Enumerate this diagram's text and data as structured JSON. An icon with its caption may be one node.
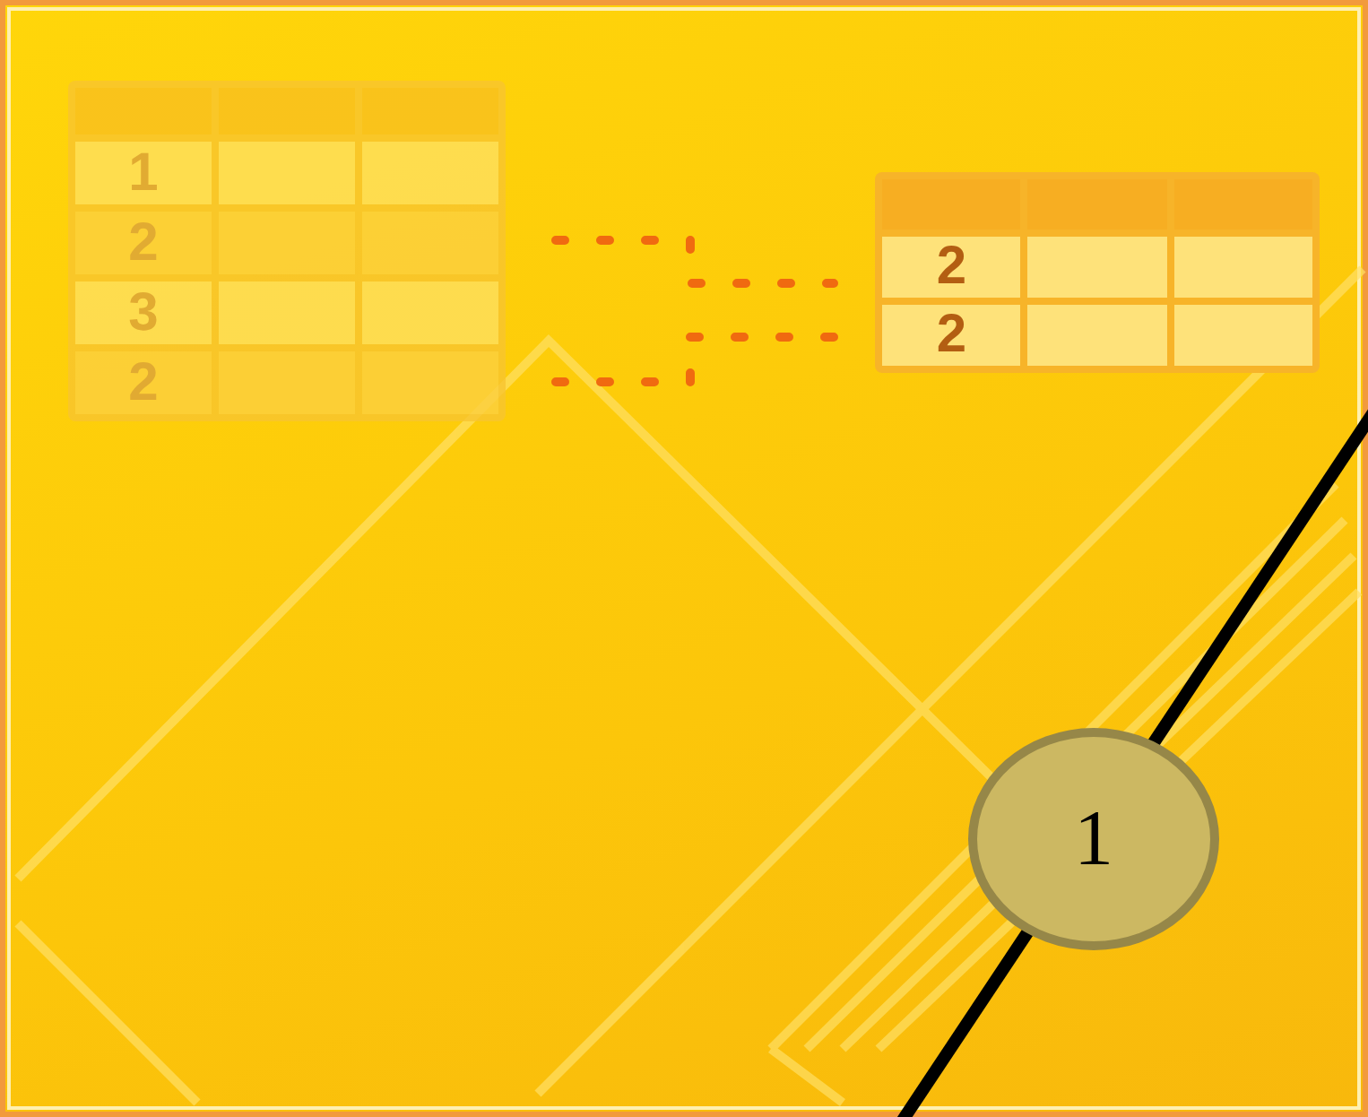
{
  "diagram": {
    "labels": [
      "1",
      "2",
      "3",
      "2",
      "2",
      "2",
      "1"
    ]
  }
}
